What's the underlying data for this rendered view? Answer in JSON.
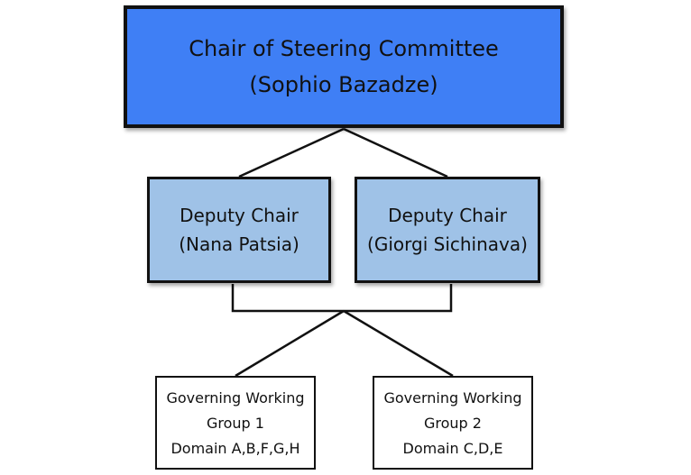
{
  "chart": {
    "chair": {
      "title": "Chair of Steering Committee",
      "name": "(Sophio Bazadze)",
      "fill": "#3f7ff5"
    },
    "deputies": [
      {
        "title": "Deputy Chair",
        "name": "(Nana Patsia)",
        "fill": "#9fc2e7"
      },
      {
        "title": "Deputy Chair",
        "name": "(Giorgi Sichinava)",
        "fill": "#9fc2e7"
      }
    ],
    "groups": [
      {
        "line1": "Governing Working",
        "line2": "Group 1",
        "line3": "Domain A,B,F,G,H",
        "fill": "#ffffff"
      },
      {
        "line1": "Governing Working",
        "line2": "Group 2",
        "line3": "Domain C,D,E",
        "fill": "#ffffff"
      }
    ],
    "line_color": "#111111"
  }
}
